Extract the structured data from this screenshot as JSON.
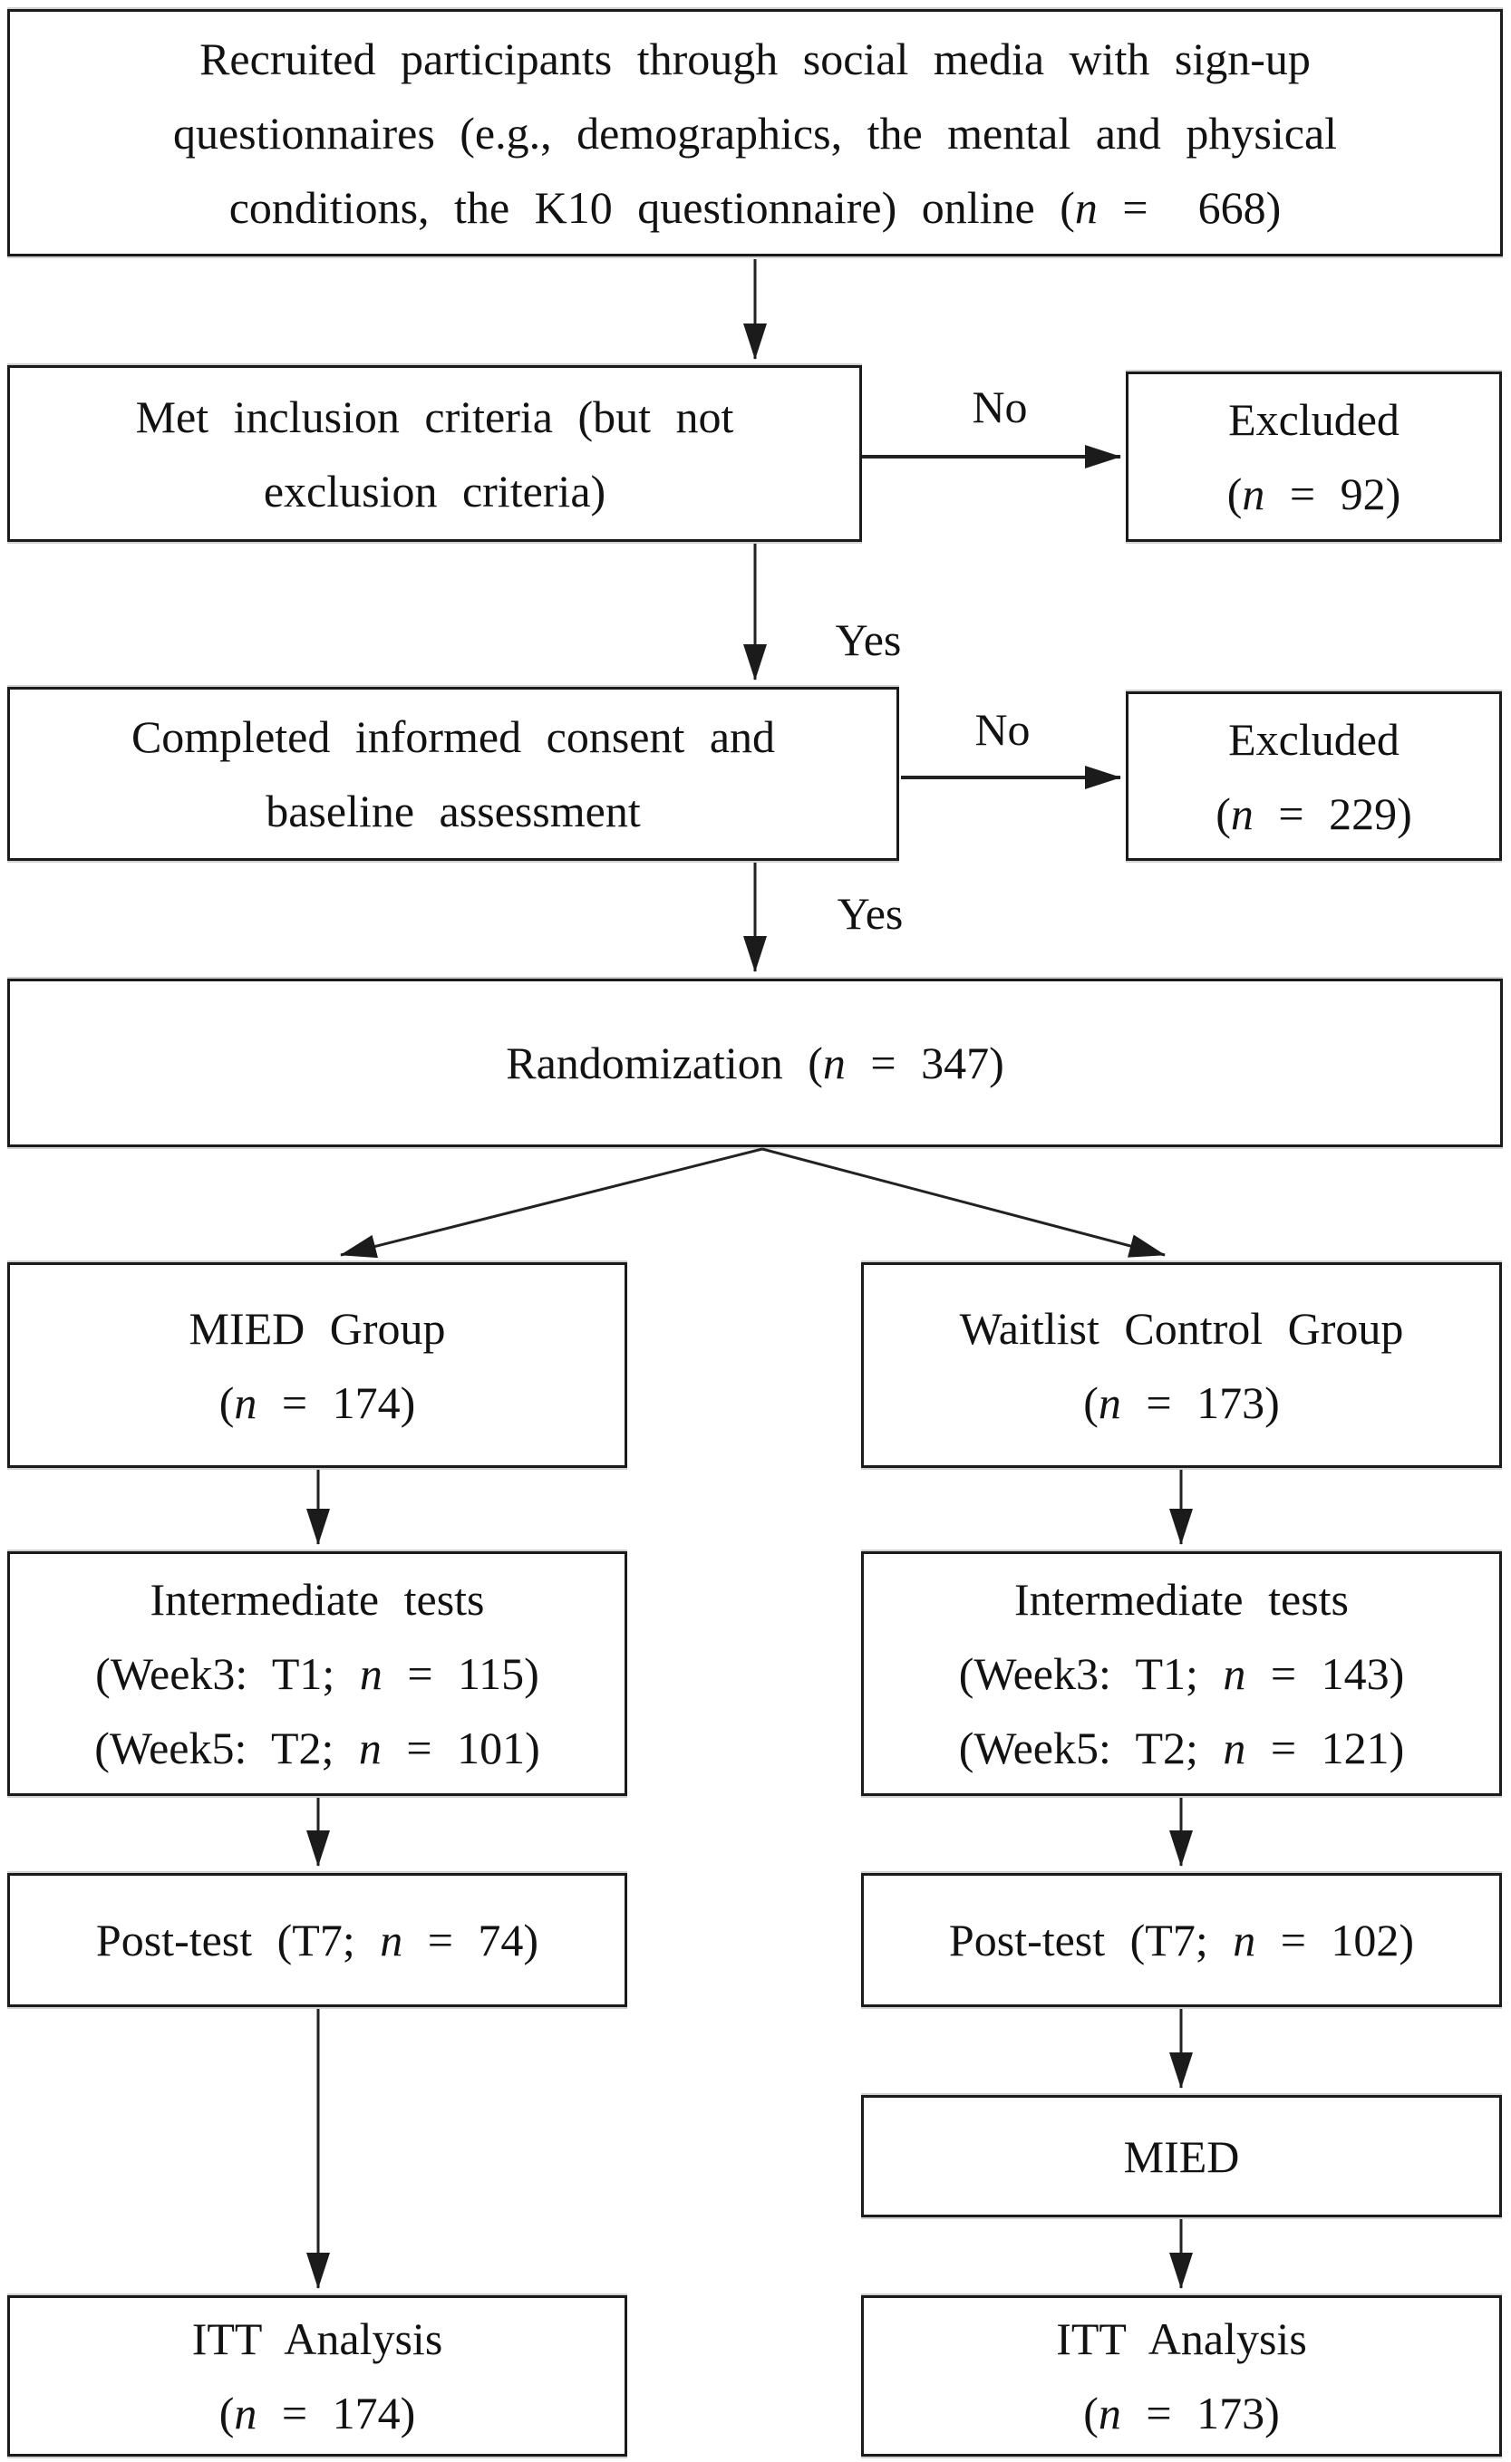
{
  "diagram": {
    "type": "consort-flowchart",
    "background": "#ffffff",
    "box_border_color": "#1b1b1b",
    "text_color": "#121212",
    "arrow_color": "#222222"
  },
  "edge_labels": {
    "no_inclusion": "No",
    "yes_inclusion": "Yes",
    "no_consent": "No",
    "yes_consent": "Yes"
  },
  "boxes": {
    "recruited": {
      "line1": "Recruited participants through social media with sign-up",
      "line2": "questionnaires (e.g., demographics, the mental and physical",
      "line3_pre": "conditions, the K10 questionnaire) online (",
      "line3_n": "n",
      "line3_post": " =  668)"
    },
    "inclusion": {
      "line1": "Met inclusion criteria (but not",
      "line2": "exclusion criteria)"
    },
    "excluded_inclusion": {
      "line1": "Excluded",
      "line2_pre": "(",
      "line2_n": "n",
      "line2_post": " = 92)"
    },
    "consent": {
      "line1": "Completed informed consent and",
      "line2": "baseline assessment"
    },
    "excluded_consent": {
      "line1": "Excluded",
      "line2_pre": "(",
      "line2_n": "n",
      "line2_post": " = 229)"
    },
    "randomization": {
      "line1_pre": "Randomization (",
      "line1_n": "n",
      "line1_post": " = 347)"
    },
    "mied_group": {
      "line1": "MIED Group",
      "line2_pre": "(",
      "line2_n": "n",
      "line2_post": " = 174)"
    },
    "waitlist_group": {
      "line1": "Waitlist Control Group",
      "line2_pre": "(",
      "line2_n": "n",
      "line2_post": " = 173)"
    },
    "intermediate_mied": {
      "line1": "Intermediate tests",
      "line2_pre": "(Week3: T1; ",
      "line2_n": "n",
      "line2_post": " = 115)",
      "line3_pre": "(Week5: T2; ",
      "line3_n": "n",
      "line3_post": " = 101)"
    },
    "intermediate_waitlist": {
      "line1": "Intermediate tests",
      "line2_pre": "(Week3: T1; ",
      "line2_n": "n",
      "line2_post": " = 143)",
      "line3_pre": "(Week5: T2; ",
      "line3_n": "n",
      "line3_post": " = 121)"
    },
    "posttest_mied": {
      "line1_pre": "Post-test (T7; ",
      "line1_n": "n",
      "line1_post": " = 74)"
    },
    "posttest_waitlist": {
      "line1_pre": "Post-test (T7; ",
      "line1_n": "n",
      "line1_post": " = 102)"
    },
    "mied_intervention": {
      "line1": "MIED"
    },
    "itt_mied": {
      "line1": "ITT Analysis",
      "line2_pre": "(",
      "line2_n": "n",
      "line2_post": " = 174)"
    },
    "itt_waitlist": {
      "line1": "ITT Analysis",
      "line2_pre": "(",
      "line2_n": "n",
      "line2_post": " = 173)"
    }
  }
}
